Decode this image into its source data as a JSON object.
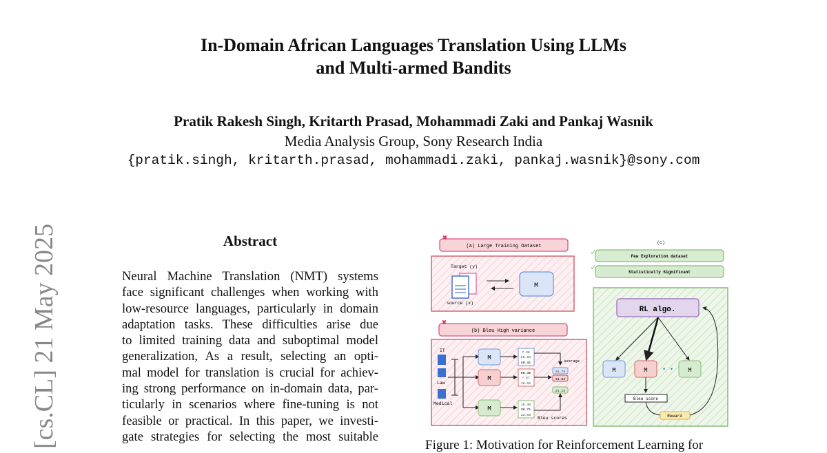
{
  "title": {
    "line1": "In-Domain African Languages Translation Using LLMs",
    "line2": "and Multi-armed Bandits"
  },
  "authors": "Pratik Rakesh Singh, Kritarth Prasad, Mohammadi Zaki  and  Pankaj Wasnik",
  "affiliation": "Media Analysis Group, Sony Research India",
  "emails": "{pratik.singh, kritarth.prasad, mohammadi.zaki, pankaj.wasnik}@sony.com",
  "arxiv_stamp": "[cs.CL]  21 May 2025",
  "abstract": {
    "heading": "Abstract",
    "lines": [
      "Neural Machine Translation (NMT) systems",
      "face significant challenges when working with",
      "low-resource languages, particularly in domain",
      "adaptation tasks.  These difficulties arise due",
      "to limited training data and suboptimal model",
      "generalization, As a result, selecting an opti-",
      "mal model for translation is crucial for achiev-",
      "ing strong performance on in-domain data, par-",
      "ticularly in scenarios where fine-tuning is not",
      "feasible or practical. In this paper, we investi-",
      "gate strategies for selecting the most suitable"
    ]
  },
  "figure": {
    "panel_a": {
      "label": "(a) Large Training Dataset",
      "target": "Target (y)",
      "source": "source (x)",
      "model": "M"
    },
    "panel_b": {
      "label": "(b) Bleu High variance",
      "domains": [
        "IT",
        "Law",
        "Medical"
      ],
      "model": "M",
      "scores": [
        [
          "7.38",
          "26.56",
          "48.41"
        ],
        [
          "58.40",
          "7.67",
          "18.56"
        ],
        [
          "10.40",
          "36.71",
          "22.88"
        ]
      ],
      "average_label": "Average",
      "averages": [
        "26.79",
        "34.84",
        "28.16"
      ],
      "bleu_scores_label": "Bleu scores"
    },
    "panel_c": {
      "label": "(c)",
      "checks": [
        "Few Exploration dataset",
        "Statistically Significant"
      ],
      "rl": "RL algo.",
      "model": "M",
      "bleu": "Bleu score",
      "reward": "Reward"
    },
    "caption": "Figure 1: Motivation for Reinforcement Learning for"
  }
}
